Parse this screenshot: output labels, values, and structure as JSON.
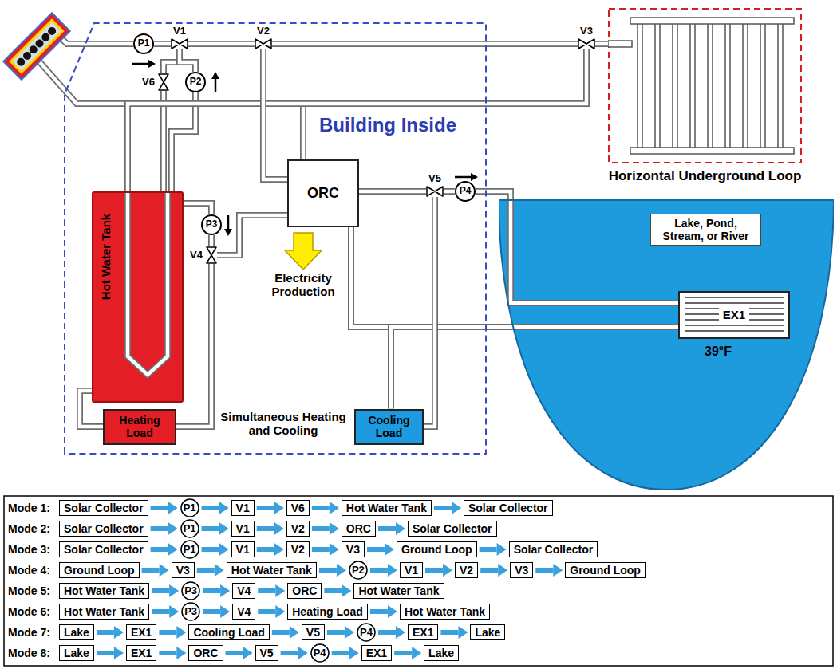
{
  "diagram": {
    "nodes": [
      {
        "text": [
          "Building Inside"
        ]
      },
      {
        "text": [
          "P1"
        ],
        "in": 0
      },
      {
        "text": [
          "V1"
        ],
        "in": 0
      },
      {
        "text": [
          "V2"
        ],
        "in": 0
      },
      {
        "text": [
          "V6"
        ],
        "in": 0
      },
      {
        "text": [
          "P2"
        ],
        "in": 0
      },
      {
        "text": [
          "V3"
        ]
      },
      {
        "text": [
          "Horizontal Underground Loop"
        ]
      },
      {
        "text": [
          "Hot Water Tank"
        ],
        "in": 0
      },
      {
        "text": [
          "P3"
        ],
        "in": 0
      },
      {
        "text": [
          "V4"
        ],
        "in": 0
      },
      {
        "text": [
          "ORC"
        ],
        "in": 0
      },
      {
        "text": [
          "V5"
        ],
        "in": 0
      },
      {
        "text": [
          "P4"
        ],
        "in": 0
      },
      {
        "text": [
          "Lake, Pond, Stream, or River",
          "39°F"
        ]
      },
      {
        "text": [
          "EX1"
        ],
        "in": 14
      },
      {
        "text": [
          "Heating Load"
        ],
        "in": 0
      },
      {
        "text": [
          "Cooling Load"
        ],
        "in": 0
      },
      {
        "text": [
          "Solar Collector"
        ]
      },
      {
        "text": [
          "P1"
        ]
      },
      {
        "text": [
          "V1"
        ]
      },
      {
        "text": [
          "V6"
        ]
      },
      {
        "text": [
          "Hot Water Tank"
        ]
      },
      {
        "text": [
          "Solar Collector"
        ]
      },
      {
        "text": [
          "Solar Collector"
        ]
      },
      {
        "text": [
          "P1"
        ]
      },
      {
        "text": [
          "V1"
        ]
      },
      {
        "text": [
          "V2"
        ]
      },
      {
        "text": [
          "ORC"
        ]
      },
      {
        "text": [
          "Solar Collector"
        ]
      },
      {
        "text": [
          "Solar Collector"
        ]
      },
      {
        "text": [
          "P1"
        ]
      },
      {
        "text": [
          "V1"
        ]
      },
      {
        "text": [
          "V2"
        ]
      },
      {
        "text": [
          "V3"
        ]
      },
      {
        "text": [
          "Ground Loop"
        ]
      },
      {
        "text": [
          "Solar Collector"
        ]
      },
      {
        "text": [
          "Ground Loop"
        ]
      },
      {
        "text": [
          "V3"
        ]
      },
      {
        "text": [
          "Hot Water Tank"
        ]
      },
      {
        "text": [
          "P2"
        ]
      },
      {
        "text": [
          "V1"
        ]
      },
      {
        "text": [
          "V2"
        ]
      },
      {
        "text": [
          "V3"
        ]
      },
      {
        "text": [
          "Ground Loop"
        ]
      },
      {
        "text": [
          "Hot Water Tank"
        ]
      },
      {
        "text": [
          "P3"
        ]
      },
      {
        "text": [
          "V4"
        ]
      },
      {
        "text": [
          "ORC"
        ]
      },
      {
        "text": [
          "Hot Water Tank"
        ]
      },
      {
        "text": [
          "Hot Water Tank"
        ]
      },
      {
        "text": [
          "P3"
        ]
      },
      {
        "text": [
          "V4"
        ]
      },
      {
        "text": [
          "Heating Load"
        ]
      },
      {
        "text": [
          "Hot Water Tank"
        ]
      },
      {
        "text": [
          "Lake"
        ]
      },
      {
        "text": [
          "EX1"
        ]
      },
      {
        "text": [
          "Cooling Load"
        ]
      },
      {
        "text": [
          "V5"
        ]
      },
      {
        "text": [
          "P4"
        ]
      },
      {
        "text": [
          "EX1"
        ]
      },
      {
        "text": [
          "Lake"
        ]
      },
      {
        "text": [
          "Lake"
        ]
      },
      {
        "text": [
          "EX1"
        ]
      },
      {
        "text": [
          "ORC"
        ]
      },
      {
        "text": [
          "V5"
        ]
      },
      {
        "text": [
          "P4"
        ]
      },
      {
        "text": [
          "EX1"
        ]
      },
      {
        "text": [
          "Lake"
        ]
      }
    ],
    "edges": [
      {
        "from": 1,
        "to": 2,
        "arrow": "none"
      },
      {
        "from": 2,
        "to": 3,
        "arrow": "none"
      },
      {
        "from": 3,
        "to": 6,
        "arrow": "none"
      },
      {
        "from": 6,
        "to": 7,
        "arrow": "none"
      },
      {
        "from": 2,
        "to": 4,
        "arrow": "none"
      },
      {
        "from": 2,
        "to": 5,
        "arrow": "none"
      },
      {
        "from": 4,
        "to": 8,
        "arrow": "none"
      },
      {
        "from": 5,
        "to": 8,
        "arrow": "none"
      },
      {
        "from": 6,
        "to": 8,
        "arrow": "none"
      },
      {
        "from": 3,
        "to": 11,
        "arrow": "none"
      },
      {
        "from": 8,
        "to": 9,
        "arrow": "none"
      },
      {
        "from": 9,
        "to": 10,
        "arrow": "none"
      },
      {
        "from": 10,
        "to": 11,
        "arrow": "none"
      },
      {
        "from": 10,
        "to": 16,
        "arrow": "none"
      },
      {
        "from": 16,
        "to": 8,
        "arrow": "none"
      },
      {
        "from": 11,
        "to": 12,
        "arrow": "none"
      },
      {
        "from": 12,
        "to": 13,
        "arrow": "none"
      },
      {
        "from": 13,
        "to": 15,
        "arrow": "none"
      },
      {
        "from": 15,
        "to": 11,
        "arrow": "none"
      },
      {
        "from": 15,
        "to": 17,
        "arrow": "none"
      },
      {
        "from": 17,
        "to": 12,
        "arrow": "none"
      },
      {
        "from": 18,
        "to": 19,
        "arrow": "to"
      },
      {
        "from": 19,
        "to": 20,
        "arrow": "to"
      },
      {
        "from": 20,
        "to": 21,
        "arrow": "to"
      },
      {
        "from": 21,
        "to": 22,
        "arrow": "to"
      },
      {
        "from": 22,
        "to": 23,
        "arrow": "to"
      },
      {
        "from": 24,
        "to": 25,
        "arrow": "to"
      },
      {
        "from": 25,
        "to": 26,
        "arrow": "to"
      },
      {
        "from": 26,
        "to": 27,
        "arrow": "to"
      },
      {
        "from": 27,
        "to": 28,
        "arrow": "to"
      },
      {
        "from": 28,
        "to": 29,
        "arrow": "to"
      },
      {
        "from": 30,
        "to": 31,
        "arrow": "to"
      },
      {
        "from": 31,
        "to": 32,
        "arrow": "to"
      },
      {
        "from": 32,
        "to": 33,
        "arrow": "to"
      },
      {
        "from": 33,
        "to": 34,
        "arrow": "to"
      },
      {
        "from": 34,
        "to": 35,
        "arrow": "to"
      },
      {
        "from": 35,
        "to": 36,
        "arrow": "to"
      },
      {
        "from": 37,
        "to": 38,
        "arrow": "to"
      },
      {
        "from": 38,
        "to": 39,
        "arrow": "to"
      },
      {
        "from": 39,
        "to": 40,
        "arrow": "to"
      },
      {
        "from": 40,
        "to": 41,
        "arrow": "to"
      },
      {
        "from": 41,
        "to": 42,
        "arrow": "to"
      },
      {
        "from": 42,
        "to": 43,
        "arrow": "to"
      },
      {
        "from": 43,
        "to": 44,
        "arrow": "to"
      },
      {
        "from": 45,
        "to": 46,
        "arrow": "to"
      },
      {
        "from": 46,
        "to": 47,
        "arrow": "to"
      },
      {
        "from": 47,
        "to": 48,
        "arrow": "to"
      },
      {
        "from": 48,
        "to": 49,
        "arrow": "to"
      },
      {
        "from": 50,
        "to": 51,
        "arrow": "to"
      },
      {
        "from": 51,
        "to": 52,
        "arrow": "to"
      },
      {
        "from": 52,
        "to": 53,
        "arrow": "to"
      },
      {
        "from": 53,
        "to": 54,
        "arrow": "to"
      },
      {
        "from": 55,
        "to": 56,
        "arrow": "to"
      },
      {
        "from": 56,
        "to": 57,
        "arrow": "to"
      },
      {
        "from": 57,
        "to": 58,
        "arrow": "to"
      },
      {
        "from": 58,
        "to": 59,
        "arrow": "to"
      },
      {
        "from": 59,
        "to": 60,
        "arrow": "to"
      },
      {
        "from": 60,
        "to": 61,
        "arrow": "to"
      },
      {
        "from": 62,
        "to": 63,
        "arrow": "to"
      },
      {
        "from": 63,
        "to": 64,
        "arrow": "to"
      },
      {
        "from": 64,
        "to": 65,
        "arrow": "to"
      },
      {
        "from": 65,
        "to": 66,
        "arrow": "to"
      },
      {
        "from": 66,
        "to": 67,
        "arrow": "to"
      },
      {
        "from": 67,
        "to": 68,
        "arrow": "to"
      }
    ],
    "labels": [
      "Electricity Production",
      "Simultaneous Heating and Cooling",
      "Mode 1:",
      "Mode 2:",
      "Mode 3:",
      "Mode 4:",
      "Mode 5:",
      "Mode 6:",
      "Mode 7:",
      "Mode 8:"
    ]
  }
}
